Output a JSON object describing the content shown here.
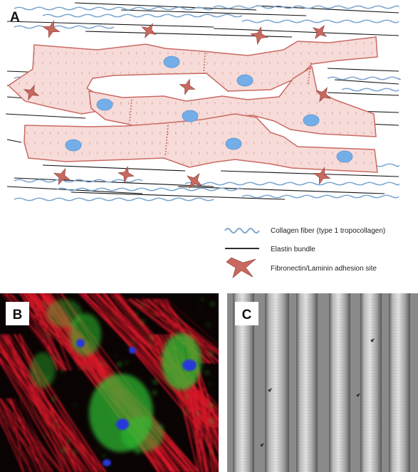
{
  "panels": {
    "a": {
      "label": "A"
    },
    "b": {
      "label": "B"
    },
    "c": {
      "label": "C"
    }
  },
  "legend": {
    "collagen": "Collagen fiber (type 1 tropocollagen)",
    "elastin": "Elastin bundle",
    "adhesion": "Fibronectin/Laminin adhesion site"
  },
  "colors": {
    "collagen": "#7ea6cf",
    "elastin": "#111111",
    "cell_fill": "#f7dbd8",
    "cell_stroke": "#c96a63",
    "nucleus": "#74aee8",
    "adhesion": "#c8685f",
    "actin": "#e0182a",
    "cytoplasm_stain": "#2fc232",
    "nucleus_stain": "#2638d8",
    "sem_gray": "#8a8a8a"
  }
}
